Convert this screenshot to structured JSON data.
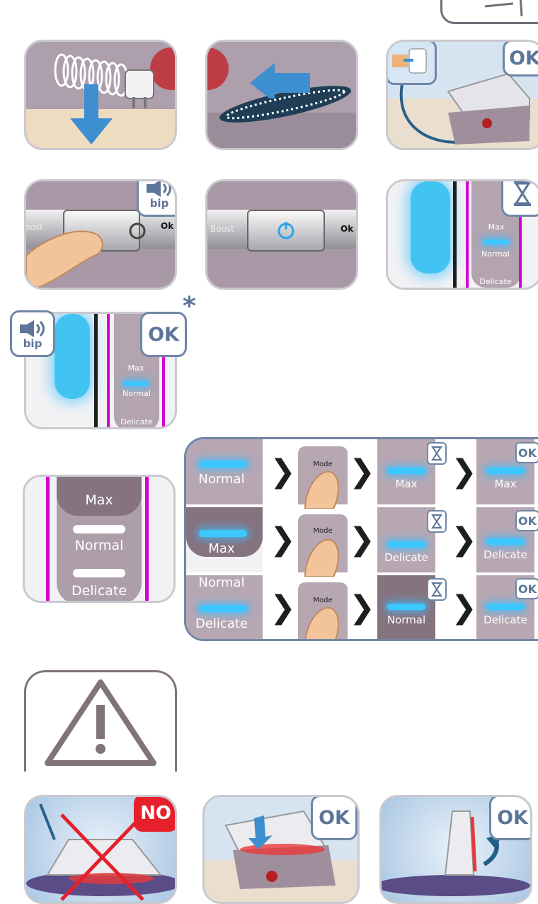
{
  "badges": {
    "ok": "OK",
    "ok_small": "OK",
    "bip": "bip",
    "no": "NO",
    "asterisk": "*"
  },
  "control_panel": {
    "boost_label": "Boost",
    "ok_label": "Ok",
    "ok_label_short": "Ok"
  },
  "temperature_labels": {
    "max": "Max",
    "normal": "Normal",
    "delicate": "Delicate"
  },
  "mode_button": {
    "label": "Mode"
  },
  "sequence_rows": [
    {
      "start": "Normal",
      "result": "Max",
      "end": "Max"
    },
    {
      "start": "Max",
      "result": "Delicate",
      "end": "Delicate"
    },
    {
      "start_top": "Normal",
      "start": "Delicate",
      "result": "Normal",
      "end": "Delicate"
    }
  ],
  "icons": {
    "hourglass": "hourglass-icon",
    "sound": "sound-icon",
    "warning": "warning-icon",
    "arrow": "arrow-icon",
    "power": "power-icon"
  },
  "colors": {
    "badge_border": "#6f86a6",
    "no_red": "#e5202a",
    "lamp_blue": "#3cc7ff",
    "iron_body": "#a89aa6",
    "magenta_line": "#d400d4"
  }
}
